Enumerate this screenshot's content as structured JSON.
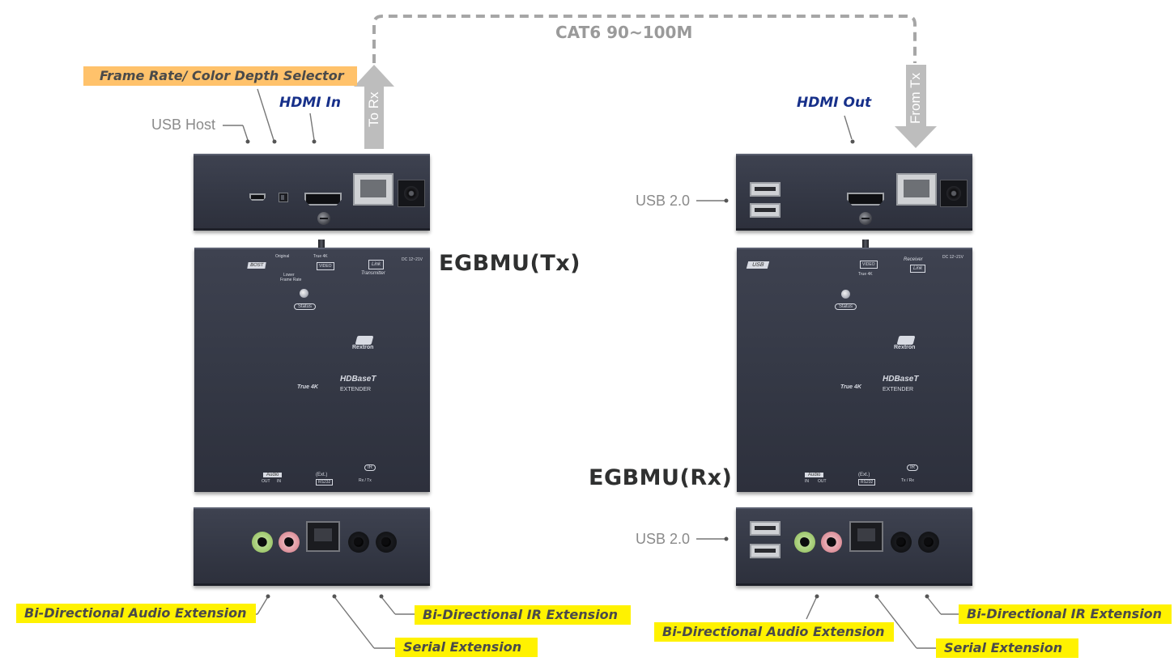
{
  "cable": {
    "label": "CAT6 90~100M"
  },
  "arrows": {
    "to_rx": "To Rx",
    "from_tx": "From Tx"
  },
  "tx": {
    "model": "EGBMU(Tx)",
    "top_labels": {
      "usb_host": "USB Host",
      "frame_rate_selector": "Frame Rate/ Color Depth Selector",
      "hdmi_in": "HDMI In"
    },
    "bottom_labels": {
      "audio": "Bi-Directional Audio Extension",
      "serial": "Serial Extension",
      "ir": "Bi-Directional IR Extension"
    },
    "silk": {
      "usb": "BOST",
      "original": "Original",
      "true4k": "True 4K",
      "lower": "Lower",
      "frame_rate": "Frame Rate",
      "video": "VIDEO",
      "link": "Link",
      "transmitter": "Transmitter",
      "dc": "DC 12~21V",
      "status": "Status",
      "brand": "Rextron",
      "true4k_logo": "True 4K",
      "hdbaset": "HDBaseT",
      "extender": "EXTENDER",
      "audio": "Audio",
      "out": "OUT",
      "in": "IN",
      "ext": "(Ext.)",
      "rs232": "RS232",
      "ir": "IR",
      "rx_tx": "Rx / Tx"
    }
  },
  "rx": {
    "model": "EGBMU(Rx)",
    "top_labels": {
      "hdmi_out": "HDMI Out",
      "usb_top": "USB 2.0"
    },
    "side_labels": {
      "usb_bottom": "USB 2.0"
    },
    "bottom_labels": {
      "audio": "Bi-Directional Audio Extension",
      "serial": "Serial Extension",
      "ir": "Bi-Directional IR Extension"
    },
    "silk": {
      "usb": "USB",
      "video": "VIDEO",
      "true4k": "True 4K",
      "receiver": "Receiver",
      "link": "Link",
      "dc": "DC 12~21V",
      "status": "Status",
      "brand": "Rextron",
      "true4k_logo": "True 4K",
      "hdbaset": "HDBaseT",
      "extender": "EXTENDER",
      "audio": "Audio",
      "in": "IN",
      "out": "OUT",
      "ext": "(Ext.)",
      "rs232": "RS232",
      "ir": "IR",
      "tx_rx": "Tx / Rx"
    }
  },
  "colors": {
    "highlight_yellow": "#fff200",
    "highlight_orange": "#ffc26b",
    "hdmi_label": "#17308a",
    "panel": "#383c48",
    "cable": "#a6a6a6"
  }
}
